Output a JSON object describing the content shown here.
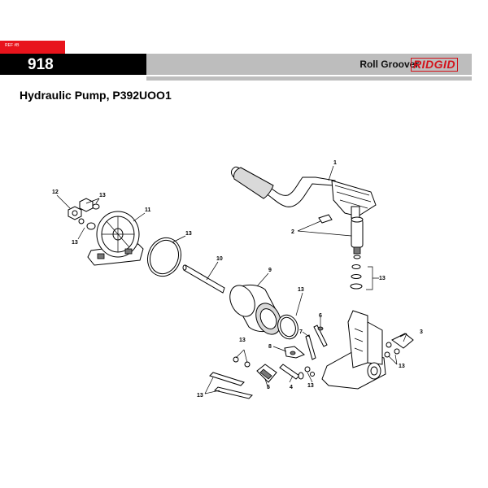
{
  "header": {
    "ref_label": "REF #B",
    "model_number": "918",
    "product_name": "Roll Groover",
    "brand_name": "RIDGID",
    "brand_color": "#d3131b",
    "accent_color": "#e8141c"
  },
  "page": {
    "title": "Hydraulic Pump, P392UOO1"
  },
  "callouts": {
    "c1": "1",
    "c2": "2",
    "c3": "3",
    "c4": "4",
    "c5": "5",
    "c6": "6",
    "c7": "7",
    "c8": "8",
    "c9": "9",
    "c10": "10",
    "c11": "11",
    "c12": "12",
    "c13a": "13",
    "c13b": "13",
    "c13c": "13",
    "c13d": "13",
    "c13e": "13",
    "c13f": "13",
    "c13g": "13",
    "c13h": "13",
    "c13i": "13",
    "c13j": "13"
  }
}
